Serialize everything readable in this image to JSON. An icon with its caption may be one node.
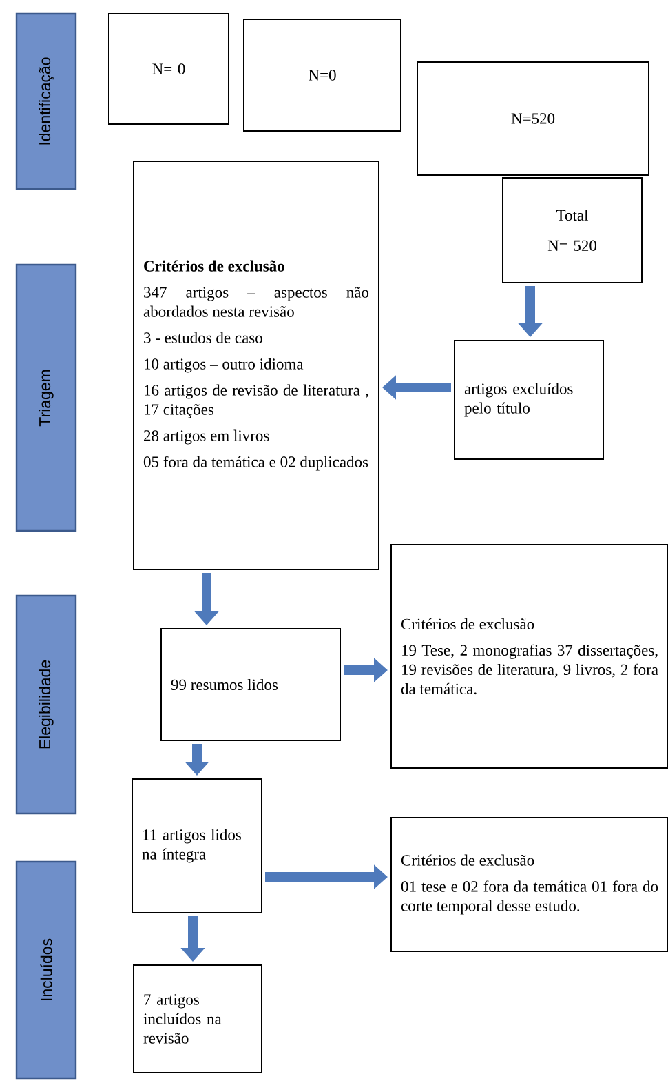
{
  "diagram": {
    "nodes": [
      {
        "text": [
          "Identificação"
        ]
      },
      {
        "text": [
          "Triagem"
        ]
      },
      {
        "text": [
          "Elegibilidade"
        ]
      },
      {
        "text": [
          "Incluídos"
        ]
      },
      {
        "text": [
          "N= 0"
        ]
      },
      {
        "text": [
          "N=0"
        ]
      },
      {
        "text": [
          "N=520"
        ]
      },
      {
        "text": [
          "Total",
          "N= 520"
        ]
      },
      {
        "text": [
          "Critérios de exclusão",
          "347 artigos – aspectos não abordados nesta revisão",
          "3 - estudos de caso",
          "10 artigos – outro idioma",
          "16 artigos de revisão de literatura , 17 citações",
          "28 artigos em livros",
          "05 fora da temática e 02 duplicados"
        ]
      },
      {
        "text": [
          "artigos excluídos pelo título"
        ]
      },
      {
        "text": [
          "99 resumos lidos"
        ]
      },
      {
        "text": [
          "Critérios de exclusão",
          "19 Tese, 2 monografias 37 dissertações, 19 revisões de literatura, 9 livros, 2 fora da temática."
        ]
      },
      {
        "text": [
          "11 artigos lidos na íntegra"
        ]
      },
      {
        "text": [
          "Critérios de exclusão",
          "01 tese e 02 fora da temática 01 fora do corte temporal desse estudo."
        ]
      },
      {
        "text": [
          "7 artigos incluídos na revisão"
        ]
      }
    ],
    "edges": [
      {
        "from": 7,
        "to": 9,
        "arrow": "to"
      },
      {
        "from": 9,
        "to": 8,
        "arrow": "to"
      },
      {
        "from": 8,
        "to": 10,
        "arrow": "to"
      },
      {
        "from": 10,
        "to": 11,
        "arrow": "to"
      },
      {
        "from": 10,
        "to": 12,
        "arrow": "to"
      },
      {
        "from": 12,
        "to": 13,
        "arrow": "to"
      },
      {
        "from": 12,
        "to": 14,
        "arrow": "to"
      }
    ]
  }
}
